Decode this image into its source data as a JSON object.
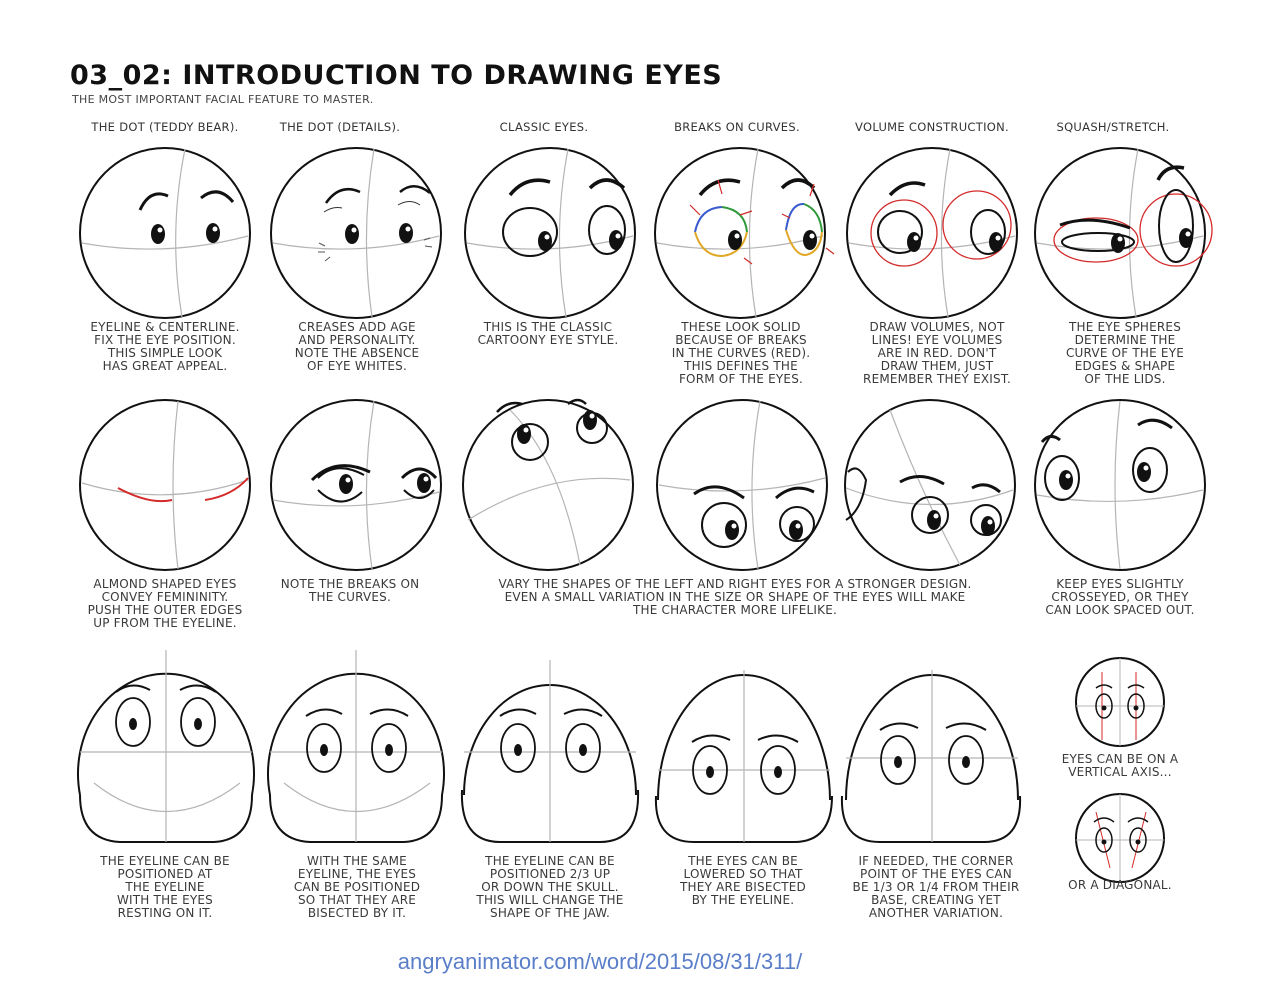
{
  "title": "03_02: INTRODUCTION TO DRAWING EYES",
  "subtitle": "THE MOST IMPORTANT FACIAL FEATURE TO MASTER.",
  "headers": [
    "THE DOT (TEDDY BEAR).",
    "THE DOT (DETAILS).",
    "CLASSIC EYES.",
    "BREAKS ON CURVES.",
    "VOLUME CONSTRUCTION.",
    "SQUASH/STRETCH."
  ],
  "row1_captions": [
    "EYELINE & CENTERLINE.\nFIX THE EYE POSITION.\nTHIS SIMPLE LOOK\nHAS GREAT APPEAL.",
    "CREASES ADD AGE\nAND PERSONALITY.\nNOTE THE ABSENCE\nOF EYE WHITES.",
    "THIS IS THE CLASSIC\nCARTOONY EYE STYLE.",
    "THESE LOOK SOLID\nBECAUSE OF BREAKS\nIN THE CURVES (RED).\nTHIS DEFINES THE\nFORM OF THE EYES.",
    "DRAW VOLUMES, NOT\nLINES! EYE VOLUMES\nARE IN RED. DON'T\nDRAW THEM, JUST\nREMEMBER THEY EXIST.",
    "THE EYE SPHERES\nDETERMINE THE\nCURVE OF THE EYE\nEDGES & SHAPE\nOF THE LIDS."
  ],
  "row2_captions": {
    "almond": "ALMOND SHAPED EYES\nCONVEY FEMININITY.\nPUSH THE OUTER EDGES\nUP FROM THE EYELINE.",
    "breaks": "NOTE THE BREAKS ON\nTHE CURVES.",
    "vary": "VARY THE SHAPES OF THE LEFT AND RIGHT EYES FOR A STRONGER DESIGN.\nEVEN A SMALL VARIATION IN THE SIZE OR SHAPE OF THE EYES WILL MAKE\nTHE CHARACTER MORE LIFELIKE.",
    "crosseyed": "KEEP EYES SLIGHTLY\nCROSSEYED, OR THEY\nCAN LOOK SPACED OUT."
  },
  "row3_captions": [
    "THE EYELINE CAN BE\nPOSITIONED AT\nTHE EYELINE\nWITH THE EYES\nRESTING ON IT.",
    "WITH THE SAME\nEYELINE, THE EYES\nCAN BE POSITIONED\nSO THAT THEY ARE\nBISECTED BY IT.",
    "THE EYELINE CAN BE\nPOSITIONED 2/3 UP\nOR DOWN THE SKULL.\nTHIS WILL CHANGE THE\nSHAPE OF THE JAW.",
    "THE EYES CAN BE\nLOWERED SO THAT\nTHEY ARE BISECTED\nBY THE EYELINE.",
    "IF NEEDED, THE CORNER\nPOINT OF THE EYES CAN\nBE 1/3 OR 1/4 FROM THEIR\nBASE, CREATING YET\nANOTHER VARIATION."
  ],
  "side_captions": {
    "vertical": "EYES CAN BE ON A\nVERTICAL AXIS...",
    "diagonal": "OR A DIAGONAL."
  },
  "url": "angryanimator.com/word/2015/08/31/311/",
  "colors": {
    "ink": "#111111",
    "guide": "#b5b5b5",
    "red": "#d42a2a",
    "blue": "#3a5bd0",
    "green": "#2f9a3a",
    "yellow": "#e0a826",
    "link": "#5b7ec9"
  }
}
